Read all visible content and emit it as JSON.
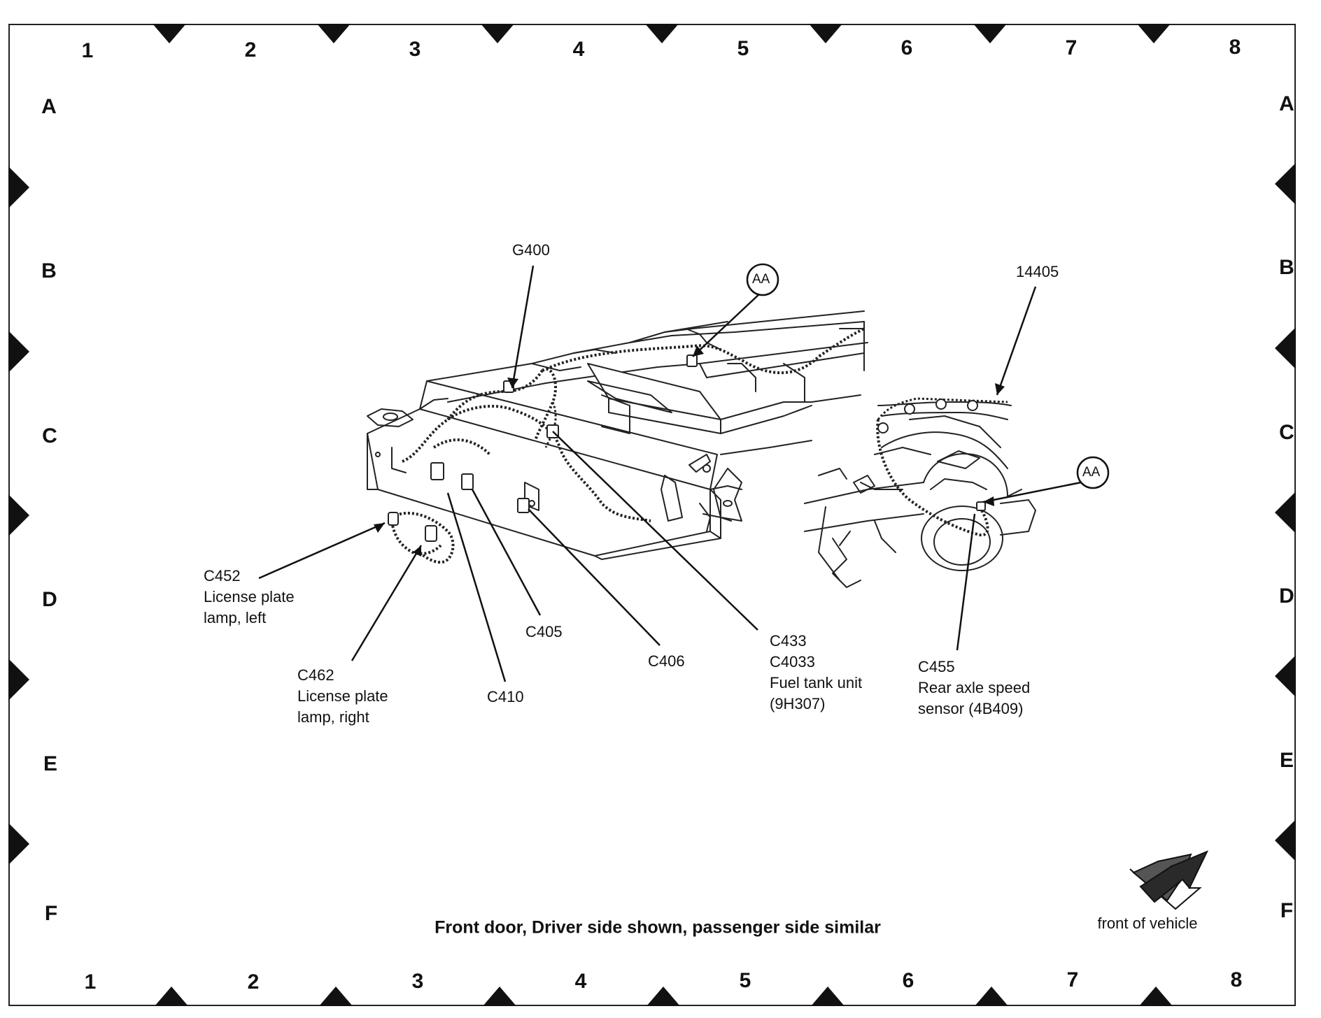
{
  "grid": {
    "columns": [
      "1",
      "2",
      "3",
      "4",
      "5",
      "6",
      "7",
      "8"
    ],
    "rows": [
      "A",
      "B",
      "C",
      "D",
      "E",
      "F"
    ]
  },
  "callouts": {
    "g400": "G400",
    "n14405": "14405",
    "aa_top": "AA",
    "aa_right": "AA",
    "c452": [
      "C452",
      "License plate",
      "lamp, left"
    ],
    "c462": [
      "C462",
      "License plate",
      "lamp, right"
    ],
    "c410": "C410",
    "c405": "C405",
    "c406": "C406",
    "c433": [
      "C433",
      "C4033",
      "Fuel tank unit",
      "(9H307)"
    ],
    "c455": [
      "C455",
      "Rear axle speed",
      "sensor (4B409)"
    ]
  },
  "caption": "Front door, Driver side shown, passenger side similar",
  "front_of_vehicle": "front of vehicle"
}
